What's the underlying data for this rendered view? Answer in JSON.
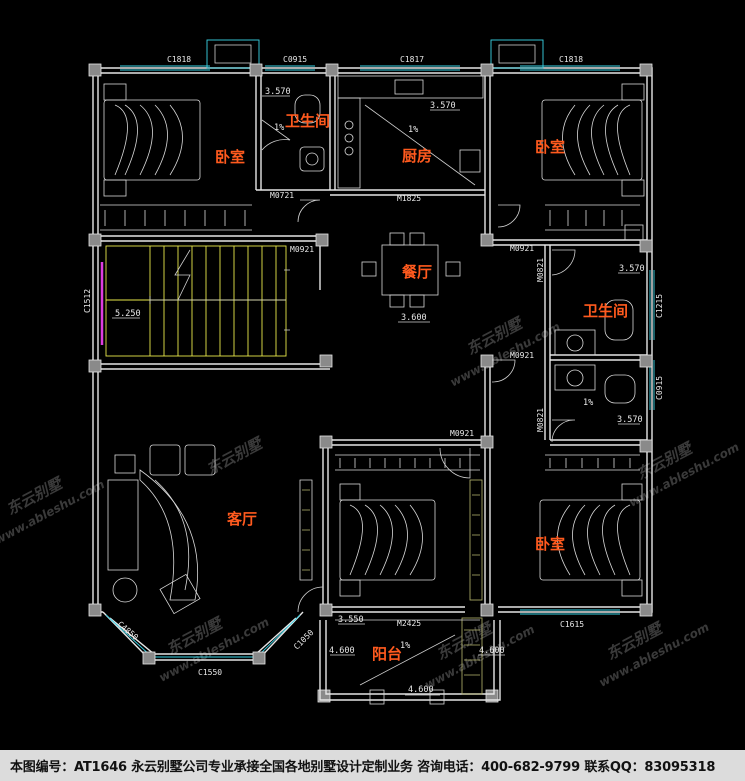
{
  "rooms": {
    "bedroom_nw": "卧室",
    "bathroom_n": "卫生间",
    "kitchen": "厨房",
    "bedroom_ne": "卧室",
    "dining": "餐厅",
    "bathroom_e": "卫生间",
    "living": "客厅",
    "bedroom_se": "卧室",
    "balcony": "阳台"
  },
  "codes": {
    "c1818_left": "C1818",
    "c0915_top": "C0915",
    "c1817": "C1817",
    "c1818_right": "C1818",
    "m0721": "M0721",
    "m1825": "M1825",
    "m0921_left": "M0921",
    "m0921_right": "M0921",
    "m0821_a": "M0821",
    "c1215": "C1215",
    "c1512": "C1512",
    "m0921_mid": "M0921",
    "m0821_b": "M0821",
    "c0915_right": "C0915",
    "m0921_bed": "M0921",
    "c4850": "C4850",
    "c1050": "C1050",
    "c1550": "C1550",
    "m2425": "M2425",
    "c1615": "C1615"
  },
  "dims": {
    "lvl_bath_n": "3.570",
    "lvl_kitchen": "3.570",
    "lvl_bath_e1": "3.570",
    "lvl_bath_e2": "3.570",
    "lvl_stair": "5.250",
    "lvl_dining": "3.600",
    "lvl_balc_left": "3.550",
    "lvl_balc_a": "4.600",
    "lvl_balc_b": "4.600",
    "lvl_balc_c": "4.600",
    "slope_kitchen": "1%",
    "slope_bath_n": "1%",
    "slope_bath_e": "1%",
    "slope_balcony": "1%"
  },
  "watermark": {
    "cn": "东云别墅",
    "url": "www.ableshu.com"
  },
  "footer": {
    "text": "本图编号：AT1646 永云别墅公司专业承接全国各地别墅设计定制业务 咨询电话：400-682-9799 联系QQ：83095318"
  }
}
